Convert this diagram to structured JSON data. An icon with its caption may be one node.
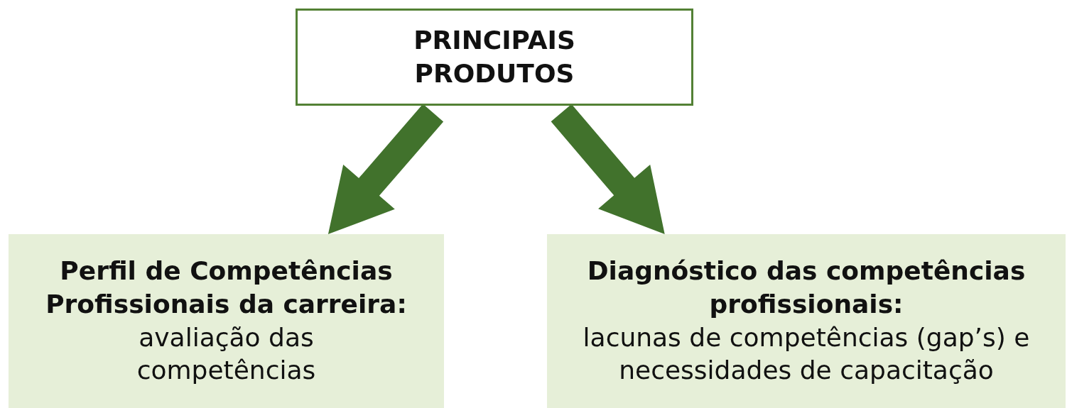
{
  "diagram": {
    "nodes": [
      {
        "text": [
          "PRINCIPAIS PRODUTOS"
        ]
      },
      {
        "text": [
          "Perfil de Competências Profissionais da carreira:",
          "avaliação das competências"
        ]
      },
      {
        "text": [
          "Diagnóstico das competências profissionais:",
          "lacunas de competências (gap’s) e necessidades de capacitação"
        ]
      }
    ],
    "edges": [
      {
        "from": 0,
        "to": 1,
        "arrow": "to",
        "style": "thick"
      },
      {
        "from": 0,
        "to": 2,
        "arrow": "to",
        "style": "thick"
      }
    ]
  }
}
